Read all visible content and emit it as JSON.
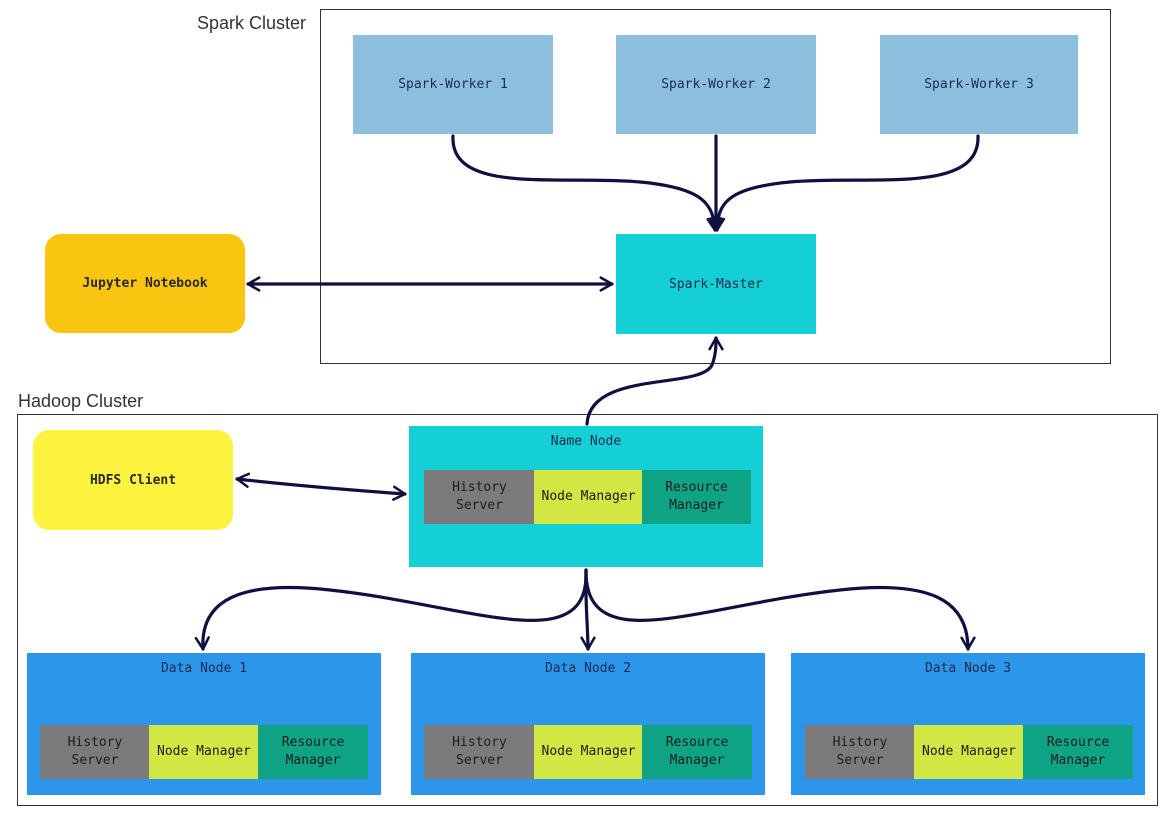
{
  "spark_cluster": {
    "label": "Spark Cluster",
    "workers": [
      "Spark-Worker 1",
      "Spark-Worker 2",
      "Spark-Worker 3"
    ],
    "master": "Spark-Master"
  },
  "jupyter": {
    "label": "Jupyter Notebook"
  },
  "hadoop_cluster": {
    "label": "Hadoop Cluster",
    "hdfs_client": "HDFS Client",
    "name_node": {
      "title": "Name Node",
      "services": [
        "History\nServer",
        "Node Manager",
        "Resource\nManager"
      ]
    },
    "data_nodes": [
      {
        "title": "Data Node 1",
        "services": [
          "History\nServer",
          "Node Manager",
          "Resource\nManager"
        ]
      },
      {
        "title": "Data Node 2",
        "services": [
          "History\nServer",
          "Node Manager",
          "Resource\nManager"
        ]
      },
      {
        "title": "Data Node 3",
        "services": [
          "History\nServer",
          "Node Manager",
          "Resource\nManager"
        ]
      }
    ]
  },
  "colors": {
    "worker": "#8bbfdd",
    "master": "#14cfd6",
    "jupyter": "#f9c510",
    "hdfs_client": "#fef33e",
    "name_node": "#14cfd6",
    "data_node": "#2b96ea",
    "history_server": "#7b7b7b",
    "node_manager": "#d2e744",
    "resource_manager": "#0fa386",
    "edge": "#101040"
  }
}
